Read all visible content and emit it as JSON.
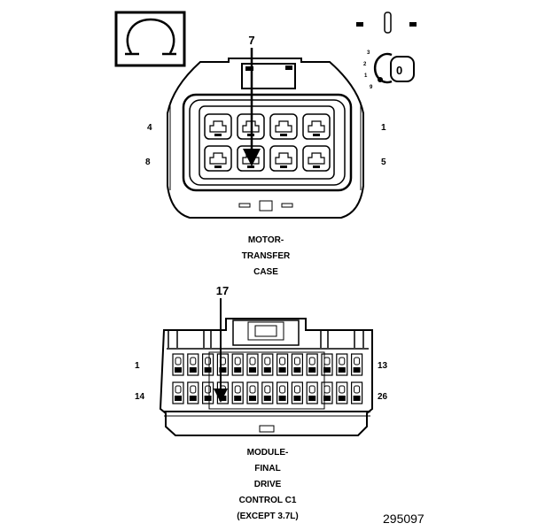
{
  "symbol": {
    "icon": "omega-connector-symbol-icon"
  },
  "key": {
    "icon": "ignition-key-icon",
    "label": "0",
    "positions": [
      "3",
      "2",
      "1",
      "9"
    ]
  },
  "connector_top": {
    "callout": "7",
    "pin_labels": {
      "top_left": "4",
      "bottom_left": "8",
      "top_right": "1",
      "bottom_right": "5"
    },
    "caption": [
      "MOTOR-",
      "TRANSFER",
      "CASE"
    ]
  },
  "connector_bottom": {
    "callout": "17",
    "pin_labels": {
      "top_left": "1",
      "bottom_left": "14",
      "top_right": "13",
      "bottom_right": "26"
    },
    "caption": [
      "MODULE-",
      "FINAL",
      "DRIVE",
      "CONTROL C1",
      "(EXCEPT 3.7L)"
    ]
  },
  "figure_number": "295097"
}
